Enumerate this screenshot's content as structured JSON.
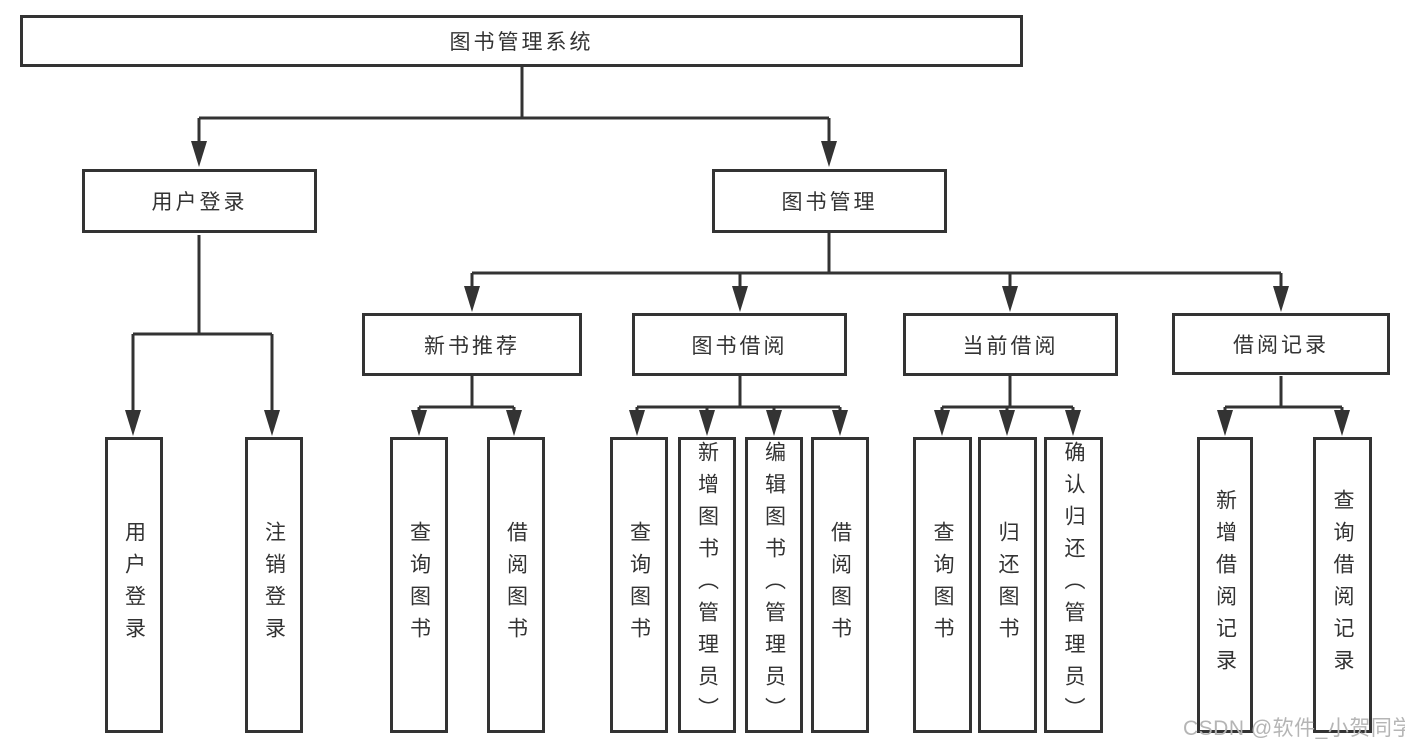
{
  "colors": {
    "line": "#333333",
    "text": "#333333",
    "background": "#ffffff",
    "watermark": "#b5b5b5"
  },
  "diagram": {
    "title": "图书管理系统",
    "branches": [
      {
        "label": "用户登录",
        "children": [
          "用户登录",
          "注销登录"
        ]
      },
      {
        "label": "图书管理",
        "modules": [
          {
            "label": "新书推荐",
            "children": [
              "查询图书",
              "借阅图书"
            ]
          },
          {
            "label": "图书借阅",
            "children": [
              "查询图书",
              "新增图书（管理员）",
              "编辑图书（管理员）",
              "借阅图书"
            ]
          },
          {
            "label": "当前借阅",
            "children": [
              "查询图书",
              "归还图书",
              "确认归还（管理员）"
            ]
          },
          {
            "label": "借阅记录",
            "children": [
              "新增借阅记录",
              "查询借阅记录"
            ]
          }
        ]
      }
    ]
  },
  "watermark": {
    "text": "CSDN @软件_小贺同学"
  }
}
